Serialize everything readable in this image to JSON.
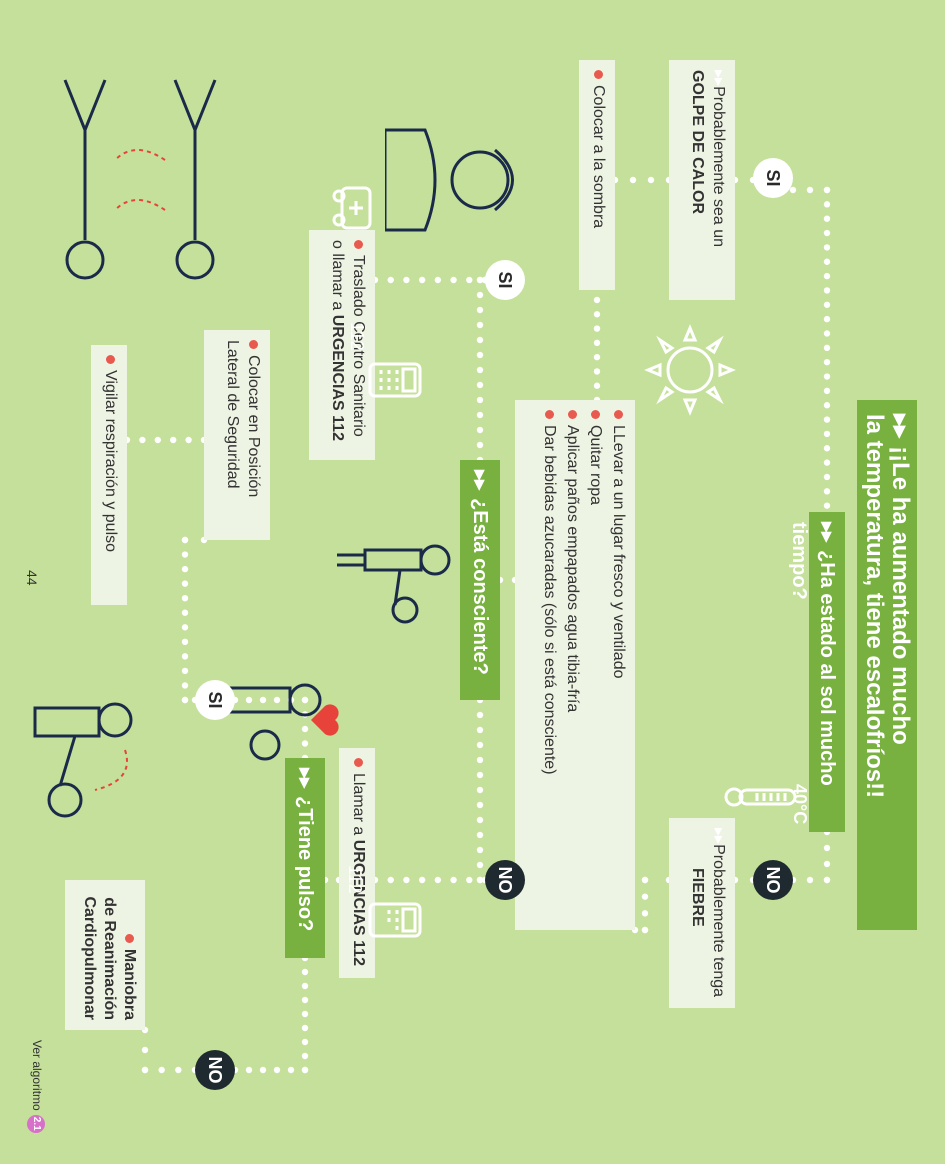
{
  "colors": {
    "background": "#c4e09a",
    "bar": "#78b13f",
    "box": "#eef4e4",
    "bullet": "#e85a4f",
    "dot": "#ffffff",
    "dark_dot": "#1f2a30",
    "badge": "#d770c8"
  },
  "title": {
    "line1": "¡¡Le ha aumentado mucho",
    "line2": "la temperatura, tiene escalofríos!!"
  },
  "q1": "¿Ha estado al sol mucho tiempo?",
  "q2": "¿Está consciente?",
  "q3": "¿Tiene pulso?",
  "answers": {
    "yes": "SI",
    "no": "NO"
  },
  "golpe": {
    "line1": "Probablemente sea un",
    "line2": "GOLPE DE CALOR"
  },
  "fiebre": {
    "line1": "Probablemente tenga",
    "line2": "FIEBRE"
  },
  "sombra": "Colocar a la sombra",
  "actions": [
    "LLevar a un lugar fresco y ventilado",
    "Quitar ropa",
    "Aplicar paños empapados agua tibia-fría",
    "Dar bebidas azucaradas (sólo si está consciente)"
  ],
  "traslado": {
    "line1": "Traslado Centro Sanitario",
    "line2_prefix": "o llamar a",
    "line2_bold": "URGENCIAS 112"
  },
  "pls": {
    "line1": "Colocar en Posición",
    "line2": "Lateral de Seguridad"
  },
  "vigilar": "Vigilar respiración y pulso",
  "llamar": {
    "prefix": "Llamar a",
    "bold": "URGENCIAS 112"
  },
  "rcp": {
    "line1": "Maniobra",
    "line2": "de Reanimación",
    "line3": "Cardiopulmonar"
  },
  "phone_label": "112",
  "thermo_label": "40°C",
  "ver": {
    "text": "Ver algoritmo",
    "badge": "2.1"
  },
  "page_number": "44",
  "icons": [
    "sun-icon",
    "thermometer-icon",
    "phone-icon",
    "ambulance-icon",
    "heart-icon",
    "chevron-right-icon"
  ]
}
